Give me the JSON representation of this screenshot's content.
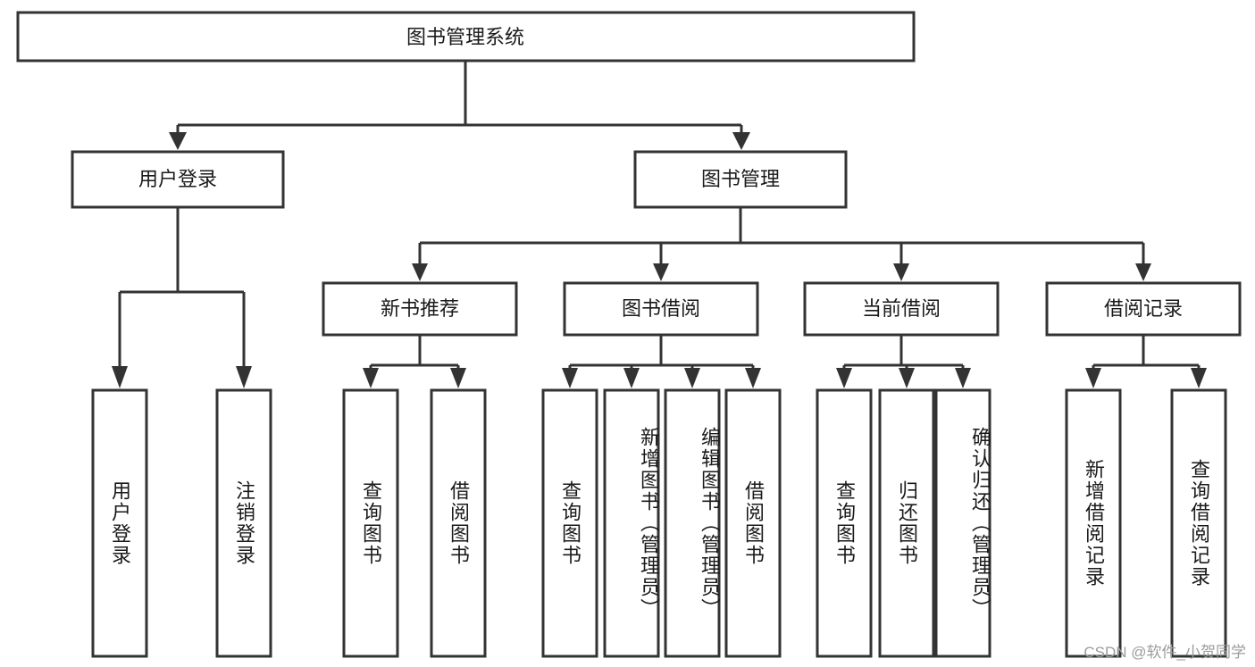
{
  "diagram": {
    "title": "图书管理系统",
    "type": "tree-hierarchy-diagram",
    "colors": {
      "box_fill": "#ffffff",
      "box_stroke": "#333333",
      "text": "#1a1a1a",
      "watermark": "#9c9c9c",
      "background": "#ffffff"
    },
    "root": {
      "label": "图书管理系统"
    },
    "level2": [
      {
        "label": "用户登录"
      },
      {
        "label": "图书管理"
      }
    ],
    "level3": [
      {
        "label": "新书推荐"
      },
      {
        "label": "图书借阅"
      },
      {
        "label": "当前借阅"
      },
      {
        "label": "借阅记录"
      }
    ],
    "leaves": {
      "user_login": [
        {
          "label": "用户登录"
        },
        {
          "label": "注销登录"
        }
      ],
      "new_book_recommend": [
        {
          "label": "查询图书"
        },
        {
          "label": "借阅图书"
        }
      ],
      "book_borrow": [
        {
          "label": "查询图书"
        },
        {
          "label": "新增图书（管理员）"
        },
        {
          "label": "编辑图书（管理员）"
        },
        {
          "label": "借阅图书"
        }
      ],
      "current_borrow": [
        {
          "label": "查询图书"
        },
        {
          "label": "归还图书"
        },
        {
          "label": "确认归还（管理员）"
        }
      ],
      "borrow_record": [
        {
          "label": "新增借阅记录"
        },
        {
          "label": "查询借阅记录"
        }
      ]
    }
  },
  "watermark": {
    "text": "CSDN @软件_小贺同学"
  }
}
